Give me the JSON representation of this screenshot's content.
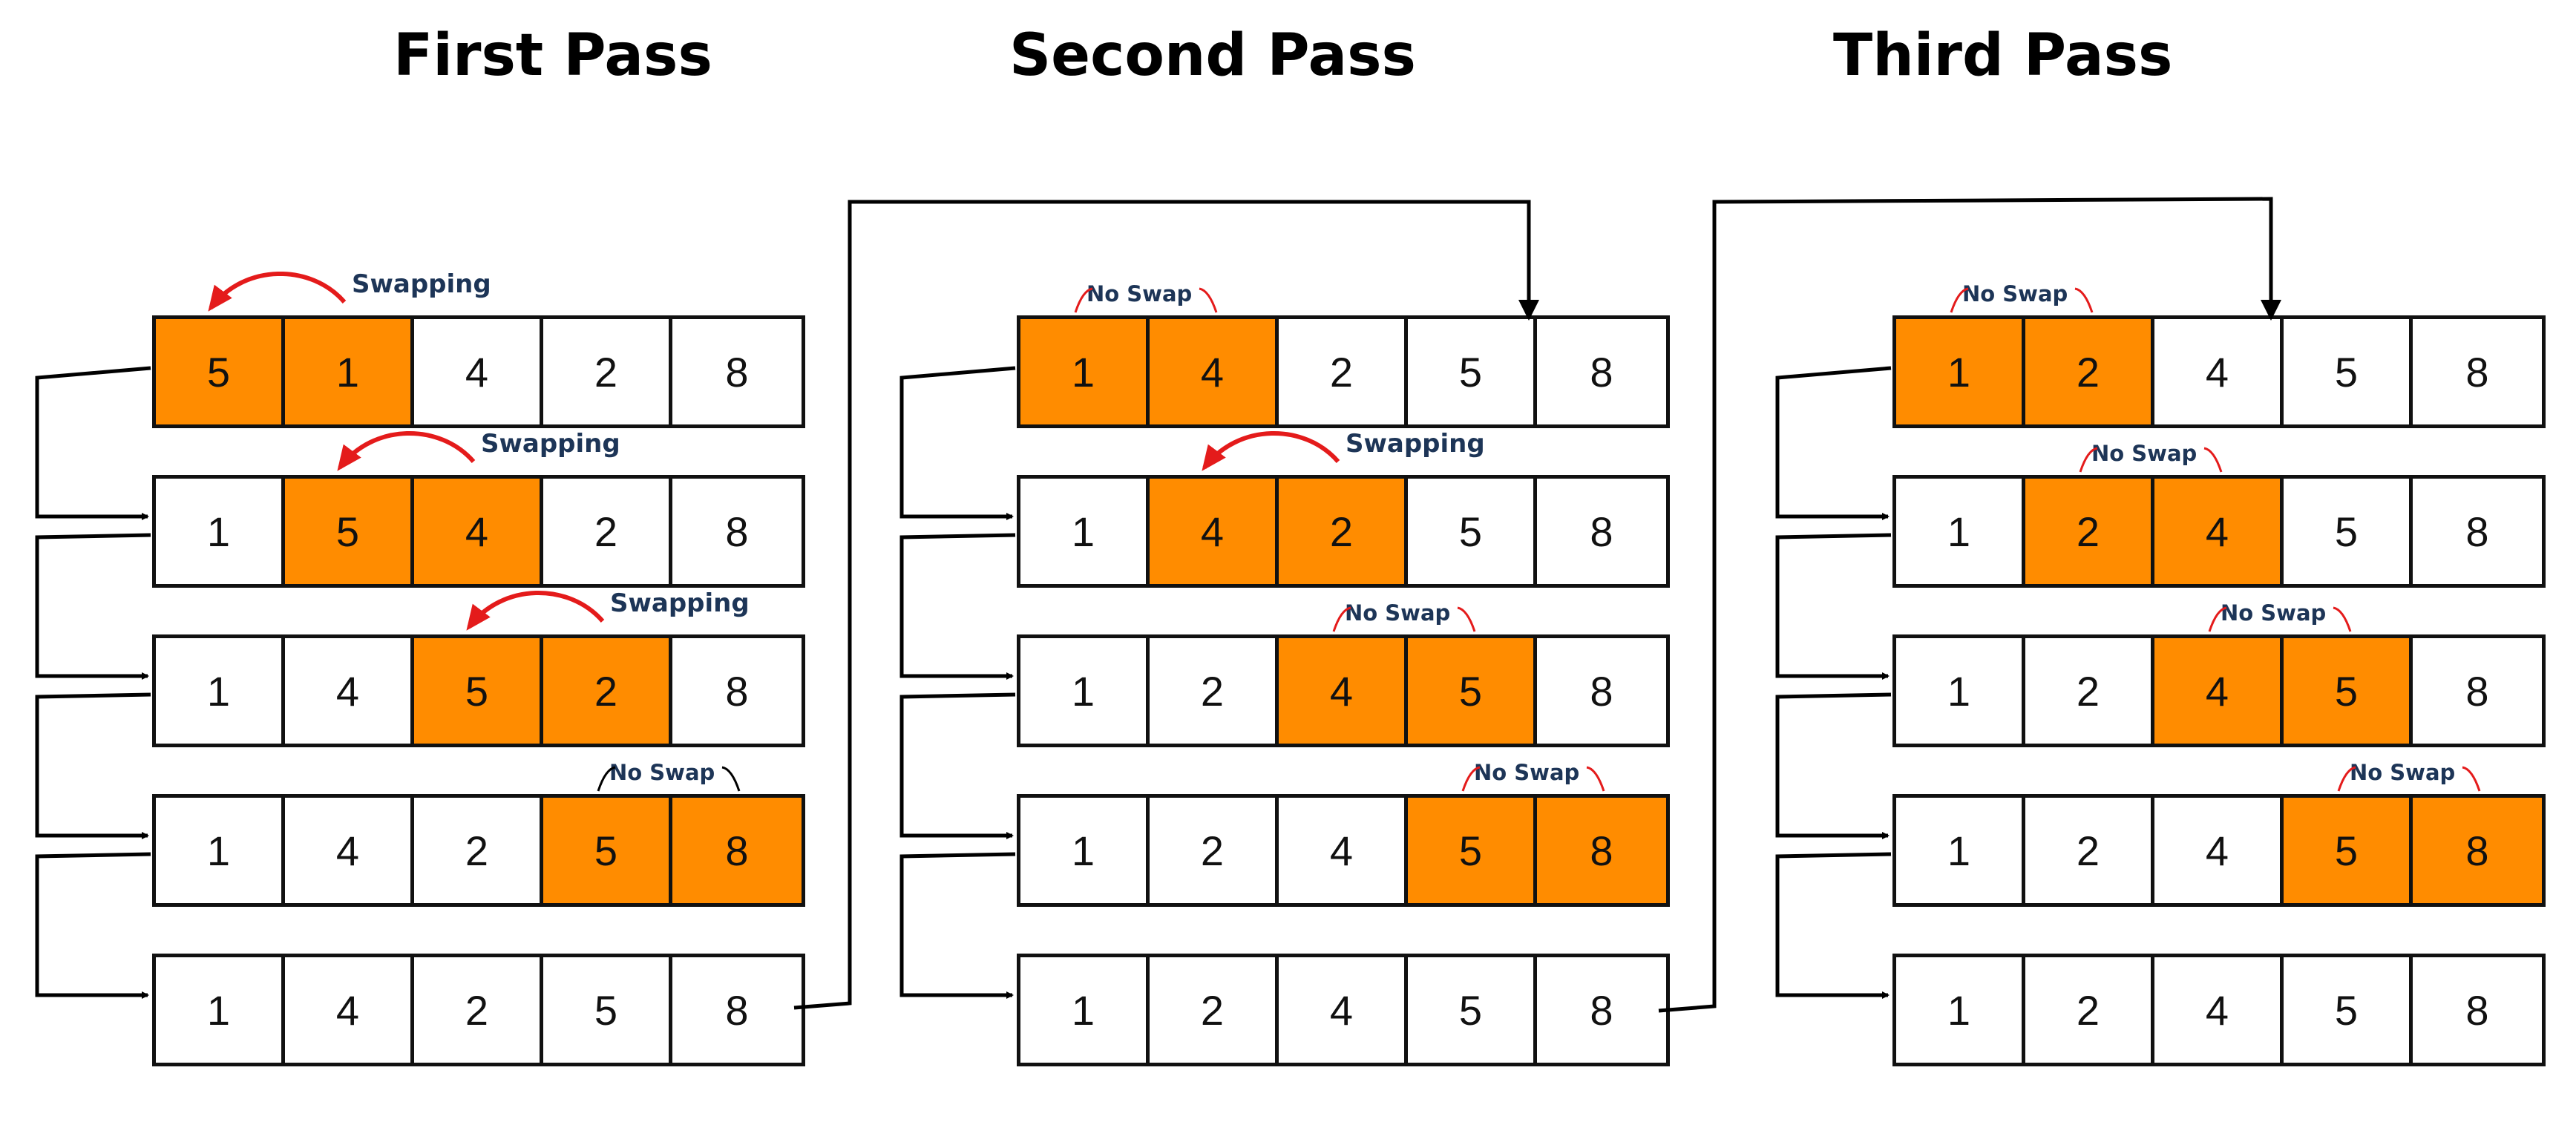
{
  "passes": [
    {
      "title": "First Pass",
      "rows": [
        {
          "values": [
            "5",
            "1",
            "4",
            "2",
            "8"
          ],
          "highlight": [
            0,
            1
          ],
          "annotation": "Swapping",
          "kind": "swap"
        },
        {
          "values": [
            "1",
            "5",
            "4",
            "2",
            "8"
          ],
          "highlight": [
            1,
            2
          ],
          "annotation": "Swapping",
          "kind": "swap"
        },
        {
          "values": [
            "1",
            "4",
            "5",
            "2",
            "8"
          ],
          "highlight": [
            2,
            3
          ],
          "annotation": "Swapping",
          "kind": "swap"
        },
        {
          "values": [
            "1",
            "4",
            "2",
            "5",
            "8"
          ],
          "highlight": [
            3,
            4
          ],
          "annotation": "No Swap",
          "kind": "noswap"
        },
        {
          "values": [
            "1",
            "4",
            "2",
            "5",
            "8"
          ],
          "highlight": [],
          "annotation": "",
          "kind": "none"
        }
      ]
    },
    {
      "title": "Second Pass",
      "rows": [
        {
          "values": [
            "1",
            "4",
            "2",
            "5",
            "8"
          ],
          "highlight": [
            0,
            1
          ],
          "annotation": "No Swap",
          "kind": "noswap"
        },
        {
          "values": [
            "1",
            "4",
            "2",
            "5",
            "8"
          ],
          "highlight": [
            1,
            2
          ],
          "annotation": "Swapping",
          "kind": "swap"
        },
        {
          "values": [
            "1",
            "2",
            "4",
            "5",
            "8"
          ],
          "highlight": [
            2,
            3
          ],
          "annotation": "No Swap",
          "kind": "noswap"
        },
        {
          "values": [
            "1",
            "2",
            "4",
            "5",
            "8"
          ],
          "highlight": [
            3,
            4
          ],
          "annotation": "No Swap",
          "kind": "noswap"
        },
        {
          "values": [
            "1",
            "2",
            "4",
            "5",
            "8"
          ],
          "highlight": [],
          "annotation": "",
          "kind": "none"
        }
      ]
    },
    {
      "title": "Third Pass",
      "rows": [
        {
          "values": [
            "1",
            "2",
            "4",
            "5",
            "8"
          ],
          "highlight": [
            0,
            1
          ],
          "annotation": "No Swap",
          "kind": "noswap"
        },
        {
          "values": [
            "1",
            "2",
            "4",
            "5",
            "8"
          ],
          "highlight": [
            1,
            2
          ],
          "annotation": "No Swap",
          "kind": "noswap"
        },
        {
          "values": [
            "1",
            "2",
            "4",
            "5",
            "8"
          ],
          "highlight": [
            2,
            3
          ],
          "annotation": "No Swap",
          "kind": "noswap"
        },
        {
          "values": [
            "1",
            "2",
            "4",
            "5",
            "8"
          ],
          "highlight": [
            3,
            4
          ],
          "annotation": "No Swap",
          "kind": "noswap"
        },
        {
          "values": [
            "1",
            "2",
            "4",
            "5",
            "8"
          ],
          "highlight": [],
          "annotation": "",
          "kind": "none"
        }
      ]
    }
  ],
  "colors": {
    "highlight": "#ff8c00",
    "cell": "#ffffff",
    "border": "#111111",
    "swap_arrow": "#e41b1b",
    "annotation_text": "#1d3557",
    "connector": "#000000"
  }
}
